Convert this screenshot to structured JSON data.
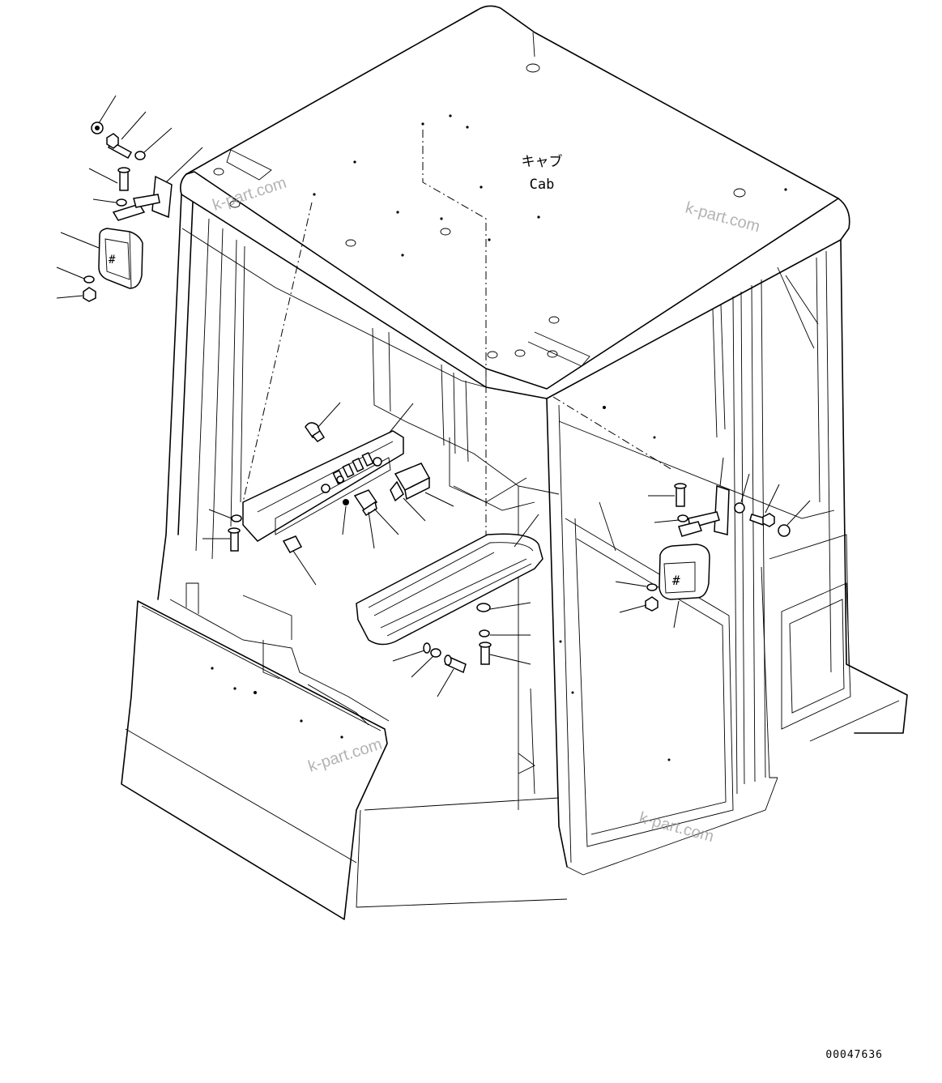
{
  "labels": {
    "cab_jp": "キャブ",
    "cab_en": "Cab"
  },
  "watermark": "k-part.com",
  "document_id": "00047636"
}
